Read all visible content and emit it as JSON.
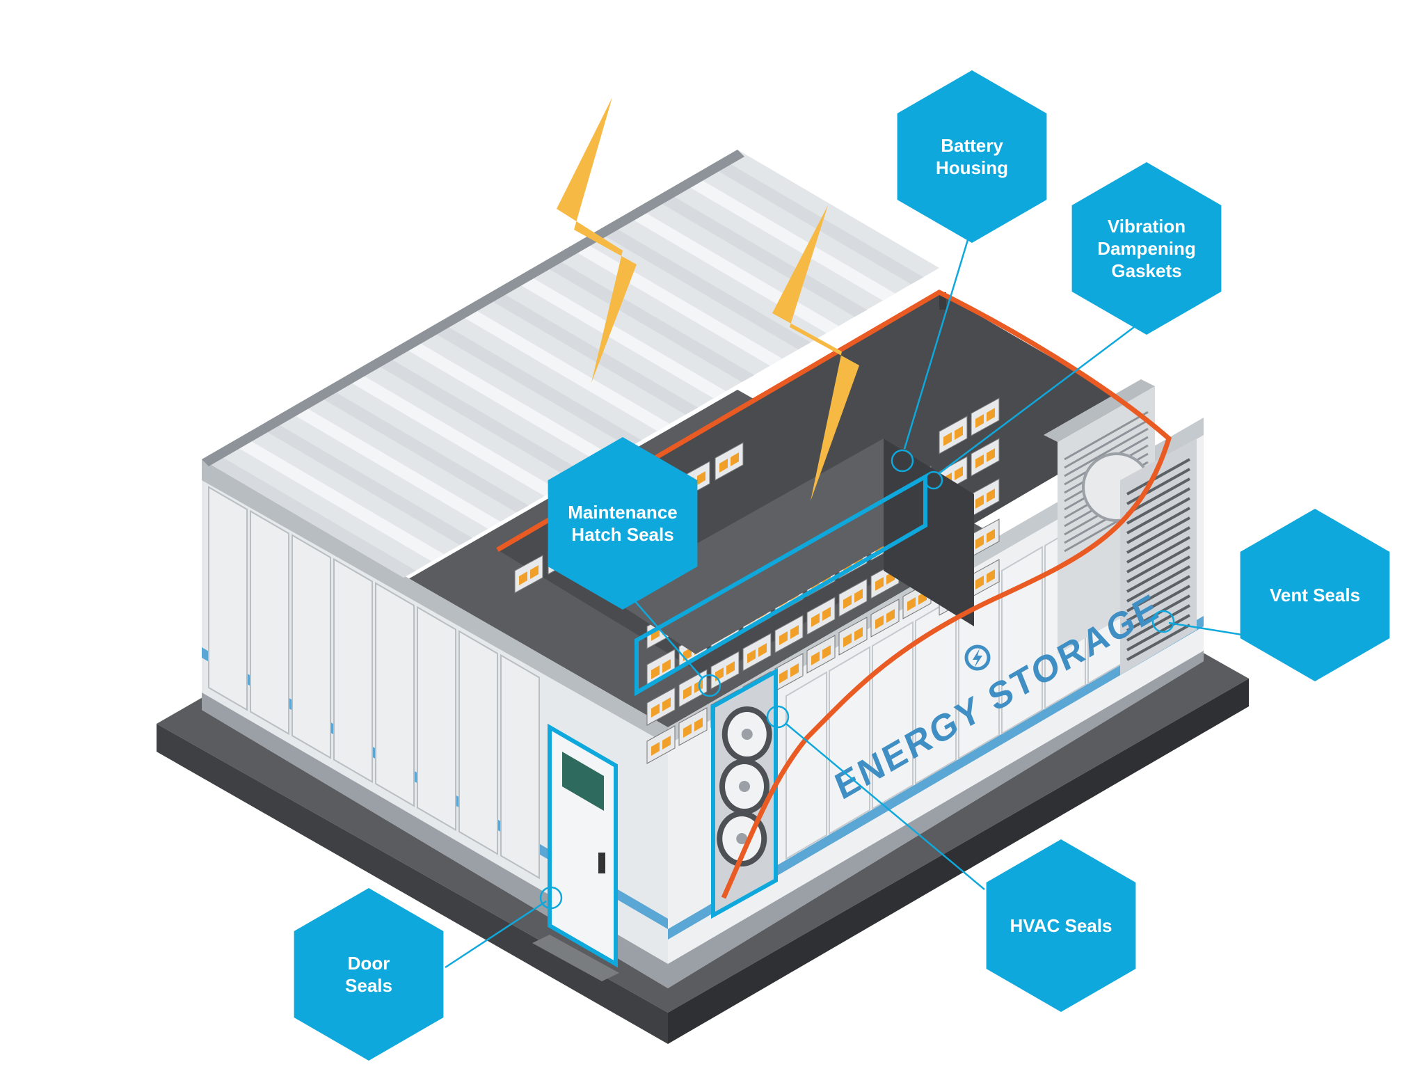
{
  "diagram": {
    "brand_text": "ENERGY STORAGE",
    "colors": {
      "accent_blue": "#0fa8dc",
      "highlight_orange": "#ea5b24",
      "bolt_yellow": "#f6b944",
      "battery_orange": "#f0a028",
      "container_light": "#eef0f2",
      "container_gray": "#9aa0a6",
      "base_dark": "#5a5c5f"
    },
    "callouts": [
      {
        "id": "battery-housing",
        "lines": [
          "Battery",
          "Housing"
        ]
      },
      {
        "id": "vibration-dampening-gaskets",
        "lines": [
          "Vibration",
          "Dampening",
          "Gaskets"
        ]
      },
      {
        "id": "maintenance-hatch-seals",
        "lines": [
          "Maintenance",
          "Hatch Seals"
        ]
      },
      {
        "id": "vent-seals",
        "lines": [
          "Vent Seals"
        ]
      },
      {
        "id": "hvac-seals",
        "lines": [
          "HVAC Seals"
        ]
      },
      {
        "id": "door-seals",
        "lines": [
          "Door",
          "Seals"
        ]
      }
    ]
  }
}
